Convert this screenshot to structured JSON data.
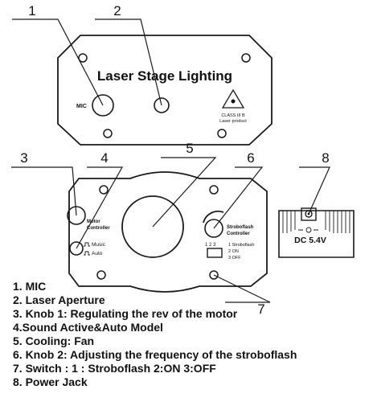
{
  "callouts": [
    "1",
    "2",
    "3",
    "4",
    "5",
    "6",
    "7",
    "8"
  ],
  "top_panel": {
    "title": "Laser Stage Lighting",
    "mic_label": "MIC",
    "laser_class_text": "CLASS III B",
    "laser_product_text": "Laser product"
  },
  "control_panel": {
    "motor_label_line1": "Motor",
    "motor_label_line2": "Controller",
    "music_label": "Music",
    "auto_label": "Auto",
    "strobo_label_line1": "Stroboflash",
    "strobo_label_line2": "Controller",
    "switch_numbers": "1  2  3",
    "switch_option_1": "1  Stroboflash",
    "switch_option_2": "2  ON",
    "switch_option_3": "3  OFF"
  },
  "power_jack": {
    "label": "DC 5.4V"
  },
  "legend": [
    "1. MIC",
    "2. Laser Aperture",
    "3. Knob 1: Regulating the rev of the motor",
    "4.Sound Active&Auto Model",
    "5. Cooling: Fan",
    "6. Knob 2: Adjusting the frequency of the stroboflash",
    "7. Switch : 1 : Stroboflash 2:ON 3:OFF",
    "8. Power Jack"
  ]
}
